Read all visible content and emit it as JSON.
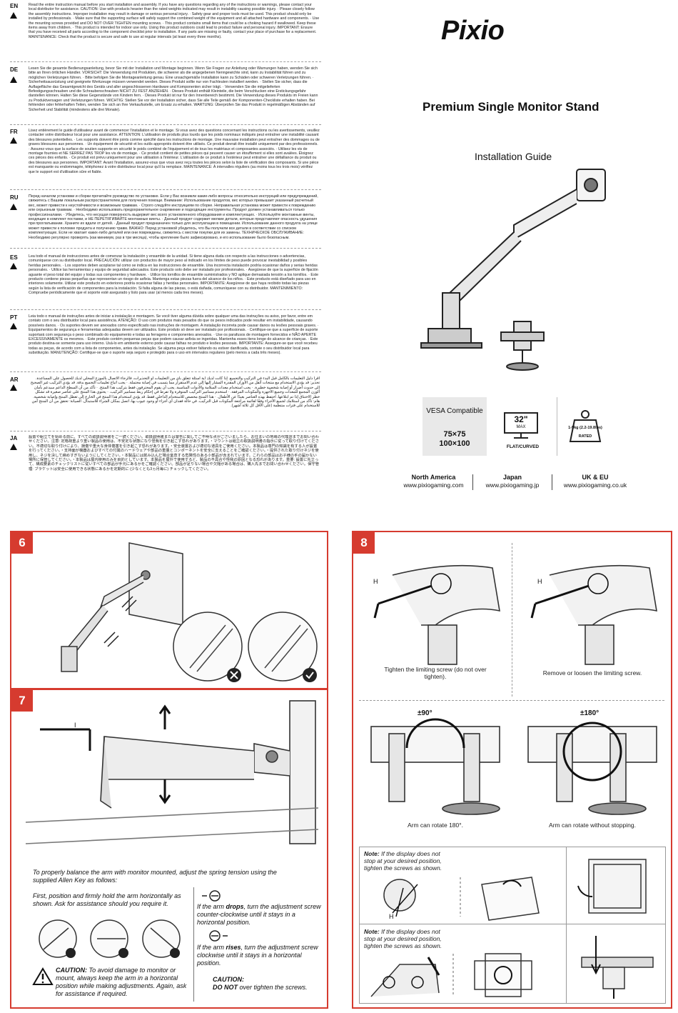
{
  "brand": {
    "logo_text": "Pixio",
    "product_title": "Premium Single Monitor Stand",
    "guide_title": "Installation Guide"
  },
  "instructions": [
    {
      "code": "EN",
      "text": "Read the entire instruction manual before you start installation and assembly. If you have any questions regarding any of the instructions or warnings, please contact your local distributor for assistance. CAUTION: Use with products heavier than the rated weights indicated may result in instability causing possible injury. · Please closely follow the assembly instructions. Improper installation may result in damage or serious personal injury. · Safety gear and proper tools must be used. This product should only be installed by professionals. · Make sure that the supporting surface will safely support the combined weight of the equipment and all attached hardware and components. · Use the mounting screws provided and DO NOT OVER TIGHTEN mounting screws. · This product contains small items that could be a choking hazard if swallowed. Keep these items away from children. · This product is intended for indoor use only. Using this product outdoors could lead to product failure and personal injury. IMPORTANT: Ensure that you have received all parts according to the component checklist prior to installation. If any parts are missing or faulty, contact your place of purchase for a replacement. MAINTENANCE: Check that the product is secure and safe to use at regular intervals (at least every three months)."
    },
    {
      "code": "DE",
      "text": "Lesen Sie die gesamte Bedienungsanleitung, bevor Sie mit der Installation und Montage beginnen. Wenn Sie Fragen zur Anleitung oder Warnungen haben, wenden Sie sich bitte an Ihren örtlichen Händler. VORSICHT: Die Verwendung mit Produkten, die schwerer als die angegebenen Nenngewichte sind, kann zu Instabilität führen und zu möglichen Verletzungen führen. · Bitte befolgen Sie die Montageanleitung genau. Eine unsachgemäße Installation kann zu Schäden oder schweren Verletzungen führen. · Sicherheitsausrüstung und geeignete Werkzeuge müssen verwendet werden. Dieses Produkt sollte nur von Fachleuten installiert werden. · Stellen Sie sicher, dass die Auflagefläche das Gesamtgewicht des Geräts und aller angeschlossenen Hardware und Komponenten sicher trägt. · Verwenden Sie die mitgelieferten Befestigungsschrauben und die Schraubenschrauben NICHT ZU FEST ANZIEHEN. · Dieses Produkt enthält Kleinteile, die beim Verschlucken eine Erstickungsgefahr darstellen können. Halten Sie diese Gegenstände von Kindern fern. · Dieses Produkt ist nur für den Innenbereich bestimmt. Die Verwendung dieses Produkts im Freien kann zu Produktversagen und Verletzungen führen. WICHTIG: Stellen Sie vor der Installation sicher, dass Sie alle Teile gemäß der Komponenten-Checkliste erhalten haben. Bei fehlenden oder fehlerhaften Teilen, wenden Sie sich an Ihre Verkaufsstelle, um Ersatz zu erhalten. WARTUNG: Überprüfen Sie das Produkt in regelmäßigen Abständen auf Sicherheit und Stabilität (mindestens alle drei Monate)."
    },
    {
      "code": "FR",
      "text": "Lisez entièrement le guide d'utilisateur avant de commencer l'installation et le montage. Si vous avez des questions concernant les instructions ou les avertissements, veuillez contacter votre distributeur local pour une assistance. ATTENTION: L'utilisation de produits plus lourds que les poids nominaux indiqués peut entraîner une instabilité causant des blessures potentielles. · Les supports doivent être joints comme spécifié dans les instructions de montage. Une mauvaise installation peut entraîner des dommages ou de graves blessures aux personnes. · Un équipement de sécurité et les outils appropriés doivent être utilisés. Ce produit devrait être installé uniquement par des professionnels. · Assurez-vous que la surface de soutien supporte en sécurité le poids combiné de l'équipement et de tous les matériaux et composantes associés. · Utilisez les vis de montage fournies et NE SERREZ PAS TROP les vis de montage. · Ce produit contient de petites pièces qui peuvent causer un étouffement si elles sont avalées. Éloignez ces pièces des enfants. · Ce produit est prévu uniquement pour une utilisation à l'intérieur. L'utilisation de ce produit à l'extérieur peut entraîner une défaillance du produit ou des blessures aux personnes. IMPORTANT: Avant l'installation, assurez-vous que vous avez reçu toutes les pièces selon la liste de vérification des composants. Si une pièce est manquante ou endommagée, téléphonez à votre distributeur local pour qu'il la remplace. MAINTENANCE: À intervalles réguliers (au moins tous les trois mois) vérifiez que le support est d'utilisation sûre et fiable."
    },
    {
      "code": "RU",
      "text": "Перед началом установки и сборки прочитайте руководство по установке. Если у Вас возникли какие-либо вопросы относительно инструкций или предупреждений, свяжитесь с Вашим локальным распространителем для получения помощи. Внимание: Использование продуктов, вес которых превышает указанный расчетный вес, может привести к неустойчивости и возможным травмам. · Строго следуйте инструкциям по сборке. Неправильная установка может привести к повреждению или серьезным травмам. · Необходимо использовать предохранительное снаряжение и подходящие инструменты. Продукт должен устанавливаться только профессионалами. · Убедитесь, что несущая поверхность выдержит вес всего установленного оборудования и комплектующих. · Используйте монтажные винты, входящие в комплект поставки, и НЕ ПЕРЕТЯГИВАЙТЕ монтажные винты. · Данный продукт содержит мелкие детали, которые представляют опасность удушения при проглатывании. Храните их вдали от детей. · Данный продукт предназначен только для эксплуатации в помещении. Использование данного продукта на улице может привести к поломке продукта и получению травм. ВАЖНО: Перед установкой убедитесь, что Вы получили все детали в соответствии со списком комплектующих. Если не хватает каких-либо деталей или они повреждены, свяжитесь с местом покупки для их замены. ТЕХНИЧЕСКОЕ ОБСЛУЖИВАНИЕ: Необходимо регулярно проверять (как минимум, раз в три месяца), чтобы крепление было зафиксировано, и его использование было безопасным."
    },
    {
      "code": "ES",
      "text": "Lea todo el manual de instrucciones antes de comenzar la instalación y ensamble de la unidad. Si tiene alguna duda con respecto a las instrucciones o advertencias, comuníquese con su distribuidor local. PRECAUCIÓN: utilizar con productos de mayor peso al indicado en los límites de peso puede provocar inestabilidad y posibles heridas personales. · Los soportes deben acoplarse tal como se indica en las instrucciones de ensamble. Una incorrecta instalación podría ocasionar daños y serias heridas personales. · Utilice las herramientas y equipo de seguridad adecuados. Este producto solo debe ser instalado por profesionales. · Asegúrese de que la superficie de fijación aguante el peso total del equipo y todas sus componentes y hardware. · Utilice los tornillos de ensamble suministrados y NO aplique demasiada tensión a los tornillos. · Este producto contiene piezas pequeñas que representan un riesgo de asfixia. Mantenga estas piezas fuera del alcance de los niños. · Este producto está diseñado para uso en interiores solamente. Utilizar este producto en exteriores podría ocasionar fallas y heridas personales. IMPORTANTE: Asegúrese de que haya recibido todas las piezas según la lista de verificación de componentes para la instalación. Si falta alguna de las piezas, o está dañada, comuníquese con su distribuidor. MANTENIMIENTO: Compruebe periódicamente que el soporte esté asegurado y listo para usar (al menos cada tres meses)."
    },
    {
      "code": "PT",
      "text": "Leia todo o manual de instruções antes de iniciar a instalação e montagem. Se você tiver alguma dúvida sobre qualquer uma das instruções ou aviso, por favor, entre em contato com o seu distribuidor local para assistência. ATENÇÃO: O uso com produtos mais pesados do que os pesos indicados pode resultar em instabilidade, causando possíveis danos. · Os suportes devem ser anexados como especificado nas instruções de montagem. A instalação incorreta pode causar danos ou lesões pessoais graves. · Equipamentos de segurança e ferramentas adequadas devem ser utilizados. Este produto só deve ser instalado por profissionais. · Certifique-se que a superfície de suporte suportará com segurança o peso combinado do equipamento e todas as ferragens e componentes anexados. · Use os parafusos de montagem fornecidos e NÃO APERTE EXCESSIVAMENTE os mesmos. · Este produto contém pequenas peças que podem causar asfixia se ingeridas. Mantenha esses itens longe do alcance de crianças. · Este produto destina-se somente para uso interno. Usá-lo em ambiente externo pode causar falhas no produto e lesões pessoais. IMPORTANTE: Assegure-se que você recebeu todas as peças, de acordo com a lista de componentes, antes da instalação. Se alguma peça estiver faltando ou estiver danificada, contate o seu distribuidor local para substituição. MANUTENÇÃO: Certifique-se que o suporte seja seguro e protegido para o uso em intervalos regulares (pelo menos a cada três meses)."
    },
    {
      "code": "AR",
      "text": "اقرأ دليل التعليمات بالكامل قبل البدء في التركيب والتجميع. إذا كانت لديك أية أسئلة تتعلق بأي من التعليمات أو التحذيرات، فالرجاء الاتصال بالموزع المحلي لديك للحصول على المساعدة. تحذير: قد يؤدي الاستخدام مع منتجات أثقل من الأوزان المقدرة المشار إليها إلى عدم الاستقرار مما يتسبب في إصابة محتملة. · يجب اتباع تعليمات التجميع بدقة. قد يؤدي التركيب غير الصحيح إلى حدوث أضرار أو إصابة شخصية خطيرة. · يجب استخدام معدات السلامة والأدوات المناسبة. يجب أن يقوم المحترفون فقط بتركيب هذا المنتج. · تأكد من أن السطح الداعم سيدعم بأمان الوزن المجمع للمعدات وجميع الأجهزة والمكونات المرفقة. · استخدم مسامير التركيب المتوفرة ولا تفرط في إحكام ربط مسامير التركيب. · يحتوي هذا المنتج على عناصر صغيرة قد تشكل خطر الاختناق إذا تم ابتلاعها. احتفظ بهذه العناصر بعيدًا عن الأطفال. · هذا المنتج مخصص للاستخدام الداخلي فقط. قد يؤدي استخدام هذا المنتج في الخارج إلى تعطل المنتج وإصابة شخصية. هام: تأكد من استلامك لجميع الأجزاء وفقًا لقائمة مراجعة المكونات قبل التركيب. في حالة فقدان أي أجزاء أو وجود عيوب بها، اتصل بمكان الشراء للاستبدال. الصيانة: تحقق من أن المنتج آمن للاستخدام على فترات منتظمة (على الأقل كل ثلاثة أشهر)."
    },
    {
      "code": "JA",
      "text": "設置や組立てを始める前に、すべての取扱説明書をご一読ください。取扱説明書または警告に関してご不明な点がございましたら、お住まいの地域の代理店までお問い合わせください。注意: 定格荷重より重い製品の使用は、不安定な状態になり怪我を引き起こす恐れがあります。・マウントは組立の取扱説明書の指示に従って取り付けてください。不適切な取り付けにより、損傷や重大な身体傷害を引き起こす恐れがあります。・安全装置および適切な道具をご使用ください。本製品は専門の知識を有する人が設置を行ってください。・支持面が機器およびすべての付属のハードウェアや部品の重量とコンポーネントを安全に支えることをご確認ください。・提供された取り付けネジを使用し、ネジを決して締めすぎないようにしてください。・本製品には飲み込んだ場合窒息する危険性のある小部品が含まれています。これらの部品はお子様の手の届かない場所に保管してください。・本製品は屋内使用のみを目的としています。本製品を屋外で使用すると、製品の不具合や怪我の原因となる恐れがあります。重要: 設置に先立って、構成要素のチェックリストに従いすべての部品が手元にあるかをご確認ください。部品が足りない場合や欠陥がある場合は、購入先までお問い合わせください。保守管理: ブラケットは安全に使用できる状態にあるかを定期的に (少なくとも3ヵ月毎に) チェックしてください。"
    }
  ],
  "specs": {
    "vesa_label": "VESA Compatible",
    "vesa_sizes": [
      "75×75",
      "100×100"
    ],
    "screen_size": "32\"",
    "screen_max": "MAX",
    "screen_type": "FLAT/CURVED",
    "weight": "1-9kg (2.2-19.8lbs)",
    "weight_rated": "RATED"
  },
  "regions": [
    {
      "name": "North America",
      "url": "www.pixiogaming.com"
    },
    {
      "name": "Japan",
      "url": "www.pixiogaming.jp"
    },
    {
      "name": "UK & EU",
      "url": "www.pixiogaming.co.uk"
    }
  ],
  "steps": {
    "s6": {
      "number": "6"
    },
    "s7": {
      "number": "7",
      "tool_label": "I",
      "intro": "To properly balance the arm with monitor mounted, adjust the spring tension using the supplied Allen Key as follows:",
      "first": "First, position and firmly hold the arm horizontally as shown. Ask for assistance should you require it.",
      "drops_a": "If the arm ",
      "drops_b": "drops",
      "drops_c": ", turn the adjustment screw counter-clockwise until it stays in a horizontal position.",
      "rises_a": "If the arm ",
      "rises_b": "rises",
      "rises_c": ", turn the adjustment screw clockwise until it stays in a horizontal position.",
      "caution1_a": "CAUTION:",
      "caution1_b": " To avoid damage to monitor or mount, always keep the arm in a horizontal position while making adjustments. Again, ask for assistance if required.",
      "caution2_a": "CAUTION:",
      "caution2_b": "DO NOT",
      "caution2_c": " over tighten the screws."
    },
    "s8": {
      "number": "8",
      "tool_label": "H",
      "tighten": "Tighten the limiting screw (do not over tighten).",
      "remove": "Remove or loosen the limiting screw.",
      "rot90": "±90°",
      "rot180": "±180°",
      "rotate_180": "Arm can rotate 180°.",
      "rotate_free": "Arm can rotate without stopping.",
      "note_a": "Note:",
      "note_b": " If the display does not stop at your desired position, tighten the screws as shown."
    }
  }
}
